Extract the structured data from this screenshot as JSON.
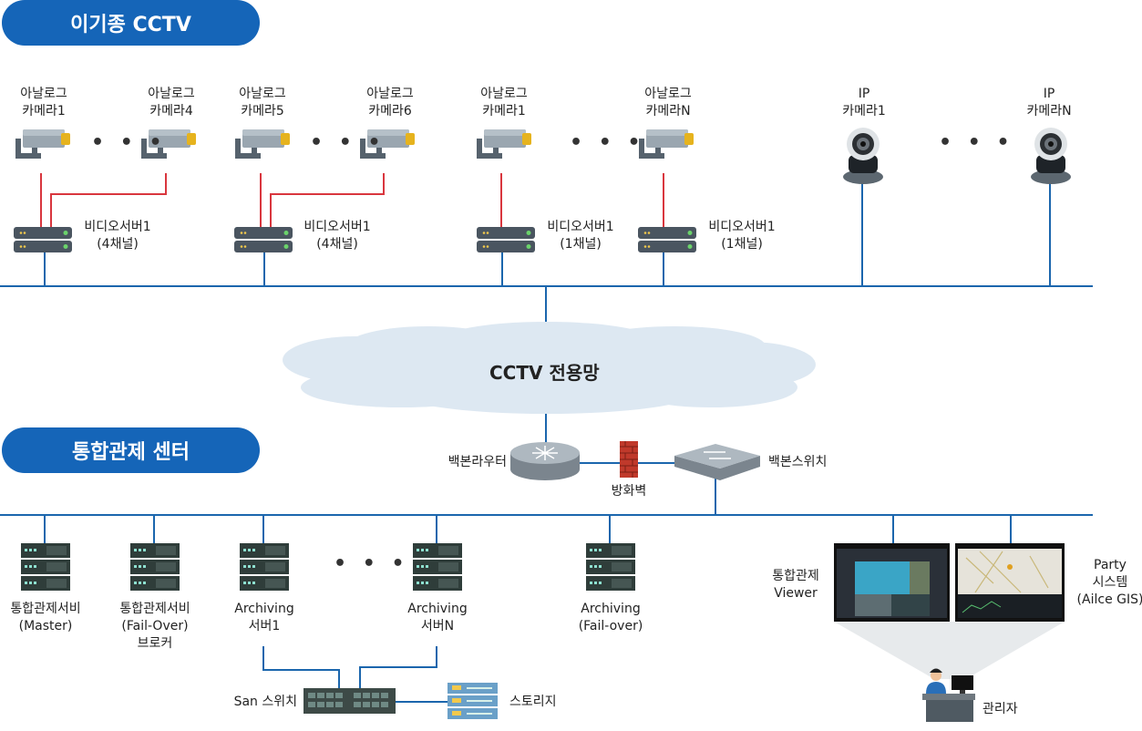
{
  "sections": {
    "top_title": "이기종 CCTV",
    "bottom_title": "통합관제 센터"
  },
  "cameras": [
    {
      "line1": "아날로그",
      "line2": "카메라1"
    },
    {
      "line1": "아날로그",
      "line2": "카메라4"
    },
    {
      "line1": "아날로그",
      "line2": "카메라5"
    },
    {
      "line1": "아날로그",
      "line2": "카메라6"
    },
    {
      "line1": "아날로그",
      "line2": "카메라1"
    },
    {
      "line1": "아날로그",
      "line2": "카메라N"
    },
    {
      "line1": "IP",
      "line2": "카메라1"
    },
    {
      "line1": "IP",
      "line2": "카메라N"
    }
  ],
  "video_servers": [
    {
      "line1": "비디오서버1",
      "line2": "(4채널)"
    },
    {
      "line1": "비디오서버1",
      "line2": "(4채널)"
    },
    {
      "line1": "비디오서버1",
      "line2": "(1채널)"
    },
    {
      "line1": "비디오서버1",
      "line2": "(1채널)"
    }
  ],
  "ellipsis": "• • •",
  "network": {
    "cloud_label": "CCTV 전용망",
    "router": "백본라우터",
    "firewall": "방화벽",
    "switch": "백본스위치"
  },
  "servers": [
    {
      "line1": "통합관제서비",
      "line2": "(Master)",
      "line3": ""
    },
    {
      "line1": "통합관제서비",
      "line2": "(Fail-Over)",
      "line3": "브로커"
    },
    {
      "line1": "Archiving",
      "line2": "서버1",
      "line3": ""
    },
    {
      "line1": "Archiving",
      "line2": "서버N",
      "line3": ""
    },
    {
      "line1": "Archiving",
      "line2": "(Fail-over)",
      "line3": ""
    }
  ],
  "storage": {
    "san_switch": "San 스위치",
    "storage": "스토리지"
  },
  "viewer": {
    "line1": "통합관제",
    "line2": "Viewer"
  },
  "party": {
    "line1": "Party",
    "line2": "시스템",
    "line3": "(Ailce GIS)"
  },
  "operator": "관리자",
  "colors": {
    "pill": "#1565b8",
    "line": "#1b66ad",
    "red_line": "#d9363e",
    "cloud": "#dde8f2"
  }
}
